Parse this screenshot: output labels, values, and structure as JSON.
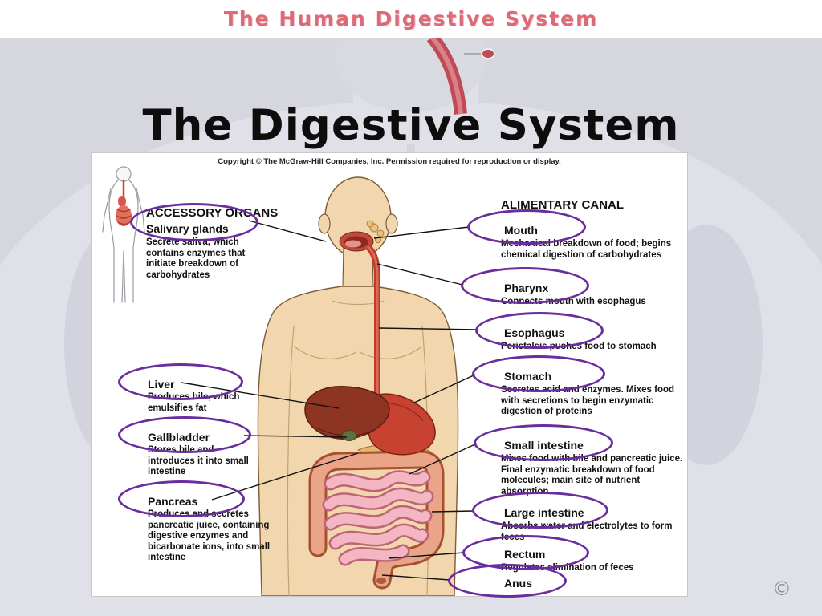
{
  "banner": {
    "title": "The Human Digestive System"
  },
  "slide": {
    "title": "The Digestive System"
  },
  "figure": {
    "copyright_notice": "Copyright © The McGraw-Hill Companies, Inc. Permission required for reproduction or display.",
    "accessory_organs": {
      "heading": "ACCESSORY ORGANS",
      "items": [
        {
          "label": "Salivary glands",
          "desc": "Secrete saliva, which contains enzymes that initiate breakdown of carbohydrates"
        },
        {
          "label": "Liver",
          "desc": "Produces bile, which emulsifies fat"
        },
        {
          "label": "Gallbladder",
          "desc": "Stores bile and introduces it into small intestine"
        },
        {
          "label": "Pancreas",
          "desc": "Produces and secretes pancreatic juice, containing digestive enzymes and bicarbonate ions, into small intestine"
        }
      ]
    },
    "alimentary_canal": {
      "heading": "ALIMENTARY CANAL",
      "items": [
        {
          "label": "Mouth",
          "desc": "Mechanical breakdown of food; begins chemical digestion of carbohydrates"
        },
        {
          "label": "Pharynx",
          "desc": "Connects mouth with esophagus"
        },
        {
          "label": "Esophagus",
          "desc": "Peristalsis pushes food to stomach"
        },
        {
          "label": "Stomach",
          "desc": "Secretes acid and enzymes. Mixes food with secretions to begin enzymatic digestion of proteins"
        },
        {
          "label": "Small intestine",
          "desc": "Mixes food with bile and pancreatic juice. Final enzymatic breakdown of food molecules; main site of nutrient absorption"
        },
        {
          "label": "Large intestine",
          "desc": "Absorbs water and electrolytes to form feces"
        },
        {
          "label": "Rectum",
          "desc": "Regulates elimination of feces"
        },
        {
          "label": "Anus",
          "desc": ""
        }
      ]
    }
  },
  "footer": {
    "copyright_symbol": "©"
  },
  "colors": {
    "highlight_oval": "#6a2d9e",
    "banner_pink": "#dd6b77",
    "page_background": "#d6d6de"
  }
}
